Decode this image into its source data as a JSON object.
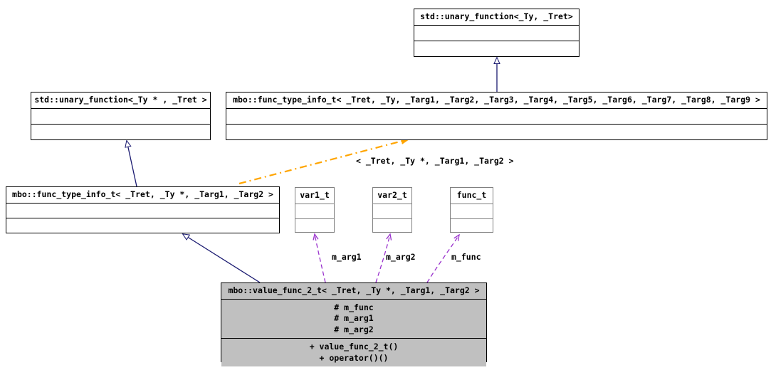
{
  "diagram": {
    "type": "uml-class-diagram",
    "background": "#ffffff",
    "colors": {
      "inheritance_edge": "#191970",
      "usage_edge": "#9a32cd",
      "instantiation_edge": "#ffa500",
      "node_border": "#000000",
      "node_border_grey": "#808080",
      "node_fill_highlight": "#c0c0c0",
      "node_fill": "#ffffff",
      "text": "#000000"
    },
    "nodes": [
      {
        "id": "std_unary_function_ty_tret",
        "title": "std::unary_function<_Ty, _Tret>",
        "attributes": [],
        "operations": [],
        "filled": false,
        "grey_border": false
      },
      {
        "id": "std_unary_function_typtr_tret",
        "title": "std::unary_function<_Ty * , _Tret >",
        "attributes": [],
        "operations": [],
        "filled": false,
        "grey_border": false
      },
      {
        "id": "mbo_func_type_info_t_9",
        "title": "mbo::func_type_info_t< _Tret, _Ty, _Targ1, _Targ2, _Targ3, _Targ4, _Targ5, _Targ6, _Targ7, _Targ8, _Targ9 >",
        "attributes": [],
        "operations": [],
        "filled": false,
        "grey_border": false
      },
      {
        "id": "mbo_func_type_info_t_2",
        "title": "mbo::func_type_info_t< _Tret, _Ty *, _Targ1, _Targ2 >",
        "attributes": [],
        "operations": [],
        "filled": false,
        "grey_border": false
      },
      {
        "id": "var1_t",
        "title": "var1_t",
        "attributes": [],
        "operations": [],
        "filled": false,
        "grey_border": true
      },
      {
        "id": "var2_t",
        "title": "var2_t",
        "attributes": [],
        "operations": [],
        "filled": false,
        "grey_border": true
      },
      {
        "id": "func_t",
        "title": "func_t",
        "attributes": [],
        "operations": [],
        "filled": false,
        "grey_border": true
      },
      {
        "id": "mbo_value_func_2_t",
        "title": "mbo::value_func_2_t< _Tret, _Ty *, _Targ1, _Targ2 >",
        "attributes": [
          "# m_func",
          "# m_arg1",
          "# m_arg2"
        ],
        "operations": [
          "+ value_func_2_t()",
          "+ operator()()"
        ],
        "filled": true,
        "grey_border": false
      }
    ],
    "edges": [
      {
        "id": "edge-inherit-top",
        "from": "mbo_func_type_info_t_9",
        "to": "std_unary_function_ty_tret",
        "kind": "generalization",
        "style": "solid",
        "color": "#191970",
        "label": ""
      },
      {
        "id": "edge-inherit-left",
        "from": "mbo_func_type_info_t_2",
        "to": "std_unary_function_typtr_tret",
        "kind": "generalization",
        "style": "solid",
        "color": "#191970",
        "label": ""
      },
      {
        "id": "edge-inherit-bottom",
        "from": "mbo_value_func_2_t",
        "to": "mbo_func_type_info_t_2",
        "kind": "generalization",
        "style": "solid",
        "color": "#191970",
        "label": ""
      },
      {
        "id": "edge-instantiate",
        "from": "mbo_func_type_info_t_2",
        "to": "mbo_func_type_info_t_9",
        "kind": "template-instantiation",
        "style": "dash-dot",
        "color": "#ffa500",
        "label": "< _Tret, _Ty *, _Targ1, _Targ2 >"
      },
      {
        "id": "edge-m-arg1",
        "from": "mbo_value_func_2_t",
        "to": "var1_t",
        "kind": "usage",
        "style": "dashed",
        "color": "#9a32cd",
        "label": "m_arg1"
      },
      {
        "id": "edge-m-arg2",
        "from": "mbo_value_func_2_t",
        "to": "var2_t",
        "kind": "usage",
        "style": "dashed",
        "color": "#9a32cd",
        "label": "m_arg2"
      },
      {
        "id": "edge-m-func",
        "from": "mbo_value_func_2_t",
        "to": "func_t",
        "kind": "usage",
        "style": "dashed",
        "color": "#9a32cd",
        "label": "m_func"
      }
    ]
  }
}
